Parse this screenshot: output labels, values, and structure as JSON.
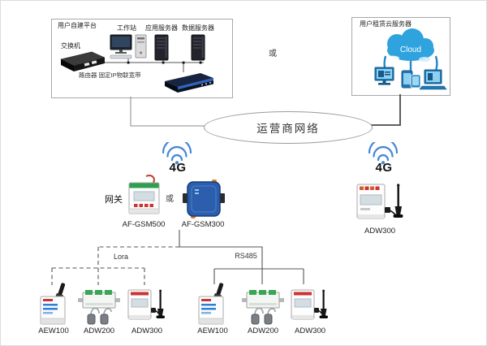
{
  "platform_box": {
    "title": "用户自建平台",
    "workstation_label": "工作站",
    "app_server_label": "应用服务器",
    "data_server_label": "数据服务器",
    "switch_label": "交换机",
    "router_label": "路由器 固定IP物联宽带"
  },
  "cloud_box": {
    "title": "用户租赁云服务器",
    "cloud_text": "Cloud"
  },
  "or_between_platforms": "或",
  "carrier_network_label": "运营商网络",
  "left_4g_label": "4G",
  "right_4g_label": "4G",
  "gateway_section": {
    "gateway_label": "网关",
    "gsm500_label": "AF-GSM500",
    "or_label": "或",
    "gsm300_label": "AF-GSM300"
  },
  "adw300_4g_label": "ADW300",
  "lora_branch": {
    "bus_label": "Lora",
    "device_labels": [
      "AEW100",
      "ADW200",
      "ADW300"
    ]
  },
  "rs485_branch": {
    "bus_label": "RS485",
    "device_labels": [
      "AEW100",
      "ADW200",
      "ADW300"
    ]
  },
  "colors": {
    "wifi_blue": "#4285d8",
    "cloud_blue": "#2ea3dd",
    "gsm300_blue": "#2b5fad",
    "line_gray": "#555555",
    "box_border": "#a8a8a8"
  }
}
